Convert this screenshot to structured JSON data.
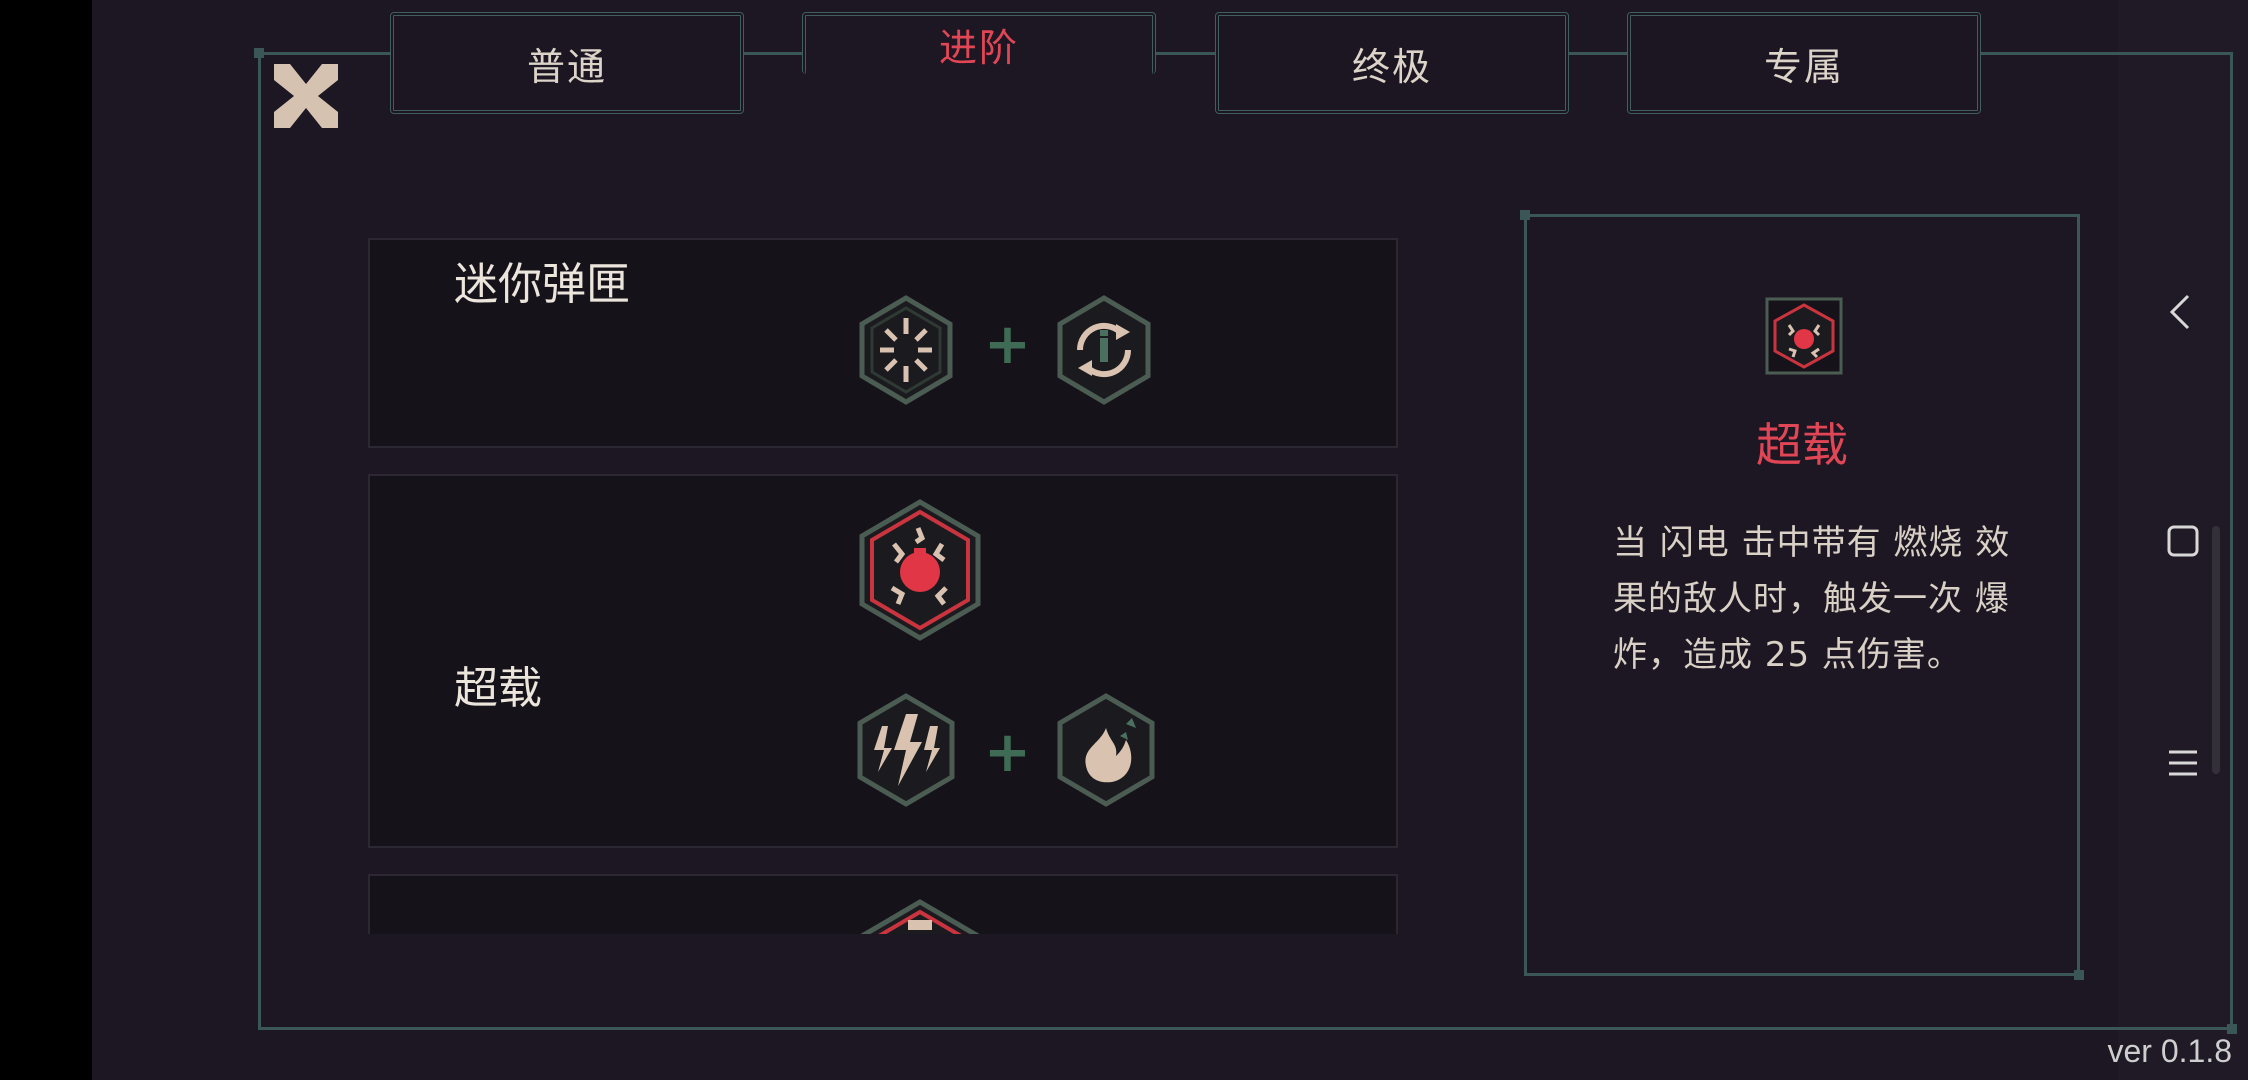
{
  "tabs": [
    {
      "label": "普通",
      "active": false
    },
    {
      "label": "进阶",
      "active": true
    },
    {
      "label": "终极",
      "active": false
    },
    {
      "label": "专属",
      "active": false
    }
  ],
  "cards": [
    {
      "name": "迷你弹匣",
      "icons": [
        "burst-icon",
        "reload-icon"
      ]
    },
    {
      "name": "超载",
      "result_icon": "overload-icon",
      "icons": [
        "lightning-icon",
        "fire-icon"
      ]
    },
    {
      "name": "",
      "result_icon": "partial-icon"
    }
  ],
  "detail": {
    "icon": "overload-icon",
    "title": "超载",
    "description": "当 闪电 击中带有 燃烧 效果的敌人时，触发一次 爆炸，造成 25 点伤害。"
  },
  "plus_symbol": "+",
  "version": "ver 0.1.8",
  "colors": {
    "accent": "#e04655",
    "frame": "#3b5656",
    "background": "#1c1722",
    "icon": "#d9c2b0"
  }
}
